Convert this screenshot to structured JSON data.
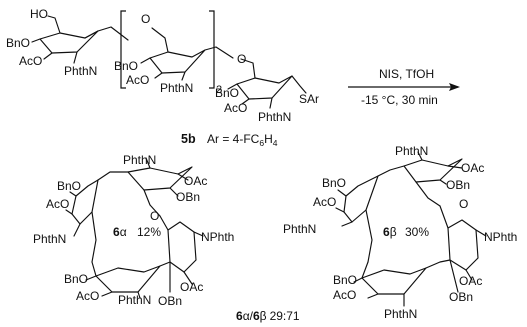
{
  "reaction": {
    "reagents": "NIS, TfOH",
    "conditions": "-15 °C, 30 min"
  },
  "starting_material": {
    "compound_number": "5b",
    "ar_prefix": "Ar = 4-FC",
    "ar_sub1": "6",
    "ar_mid": "H",
    "ar_sub2": "4",
    "repeat_count": "2",
    "unit1": {
      "ho": "HO",
      "bno": "BnO",
      "aco": "AcO",
      "phthn": "PhthN"
    },
    "unit2": {
      "o": "O",
      "bno": "BnO",
      "aco": "AcO",
      "phthn": "PhthN"
    },
    "unit3": {
      "o": "O",
      "bno": "BnO",
      "aco": "AcO",
      "phthn": "PhthN",
      "sar": "SAr"
    }
  },
  "product_alpha": {
    "compound_number": "6",
    "anomer": "α",
    "yield": "12%",
    "labels": [
      "PhthN",
      "OAc",
      "OBn",
      "BnO",
      "AcO",
      "O",
      "PhthN",
      "NPhth",
      "BnO",
      "AcO",
      "PhthN",
      "OBn",
      "OAc"
    ]
  },
  "product_beta": {
    "compound_number": "6",
    "anomer": "β",
    "yield": "30%",
    "labels": [
      "PhthN",
      "OAc",
      "OBn",
      "BnO",
      "AcO",
      "O",
      "PhthN",
      "NPhth",
      "BnO",
      "AcO",
      "PhthN",
      "OAc",
      "OBn"
    ]
  },
  "ratio": {
    "alpha_num": "6",
    "alpha_sym": "α",
    "slash": "/",
    "beta_num": "6",
    "beta_sym": "β",
    "value": "29:71"
  }
}
